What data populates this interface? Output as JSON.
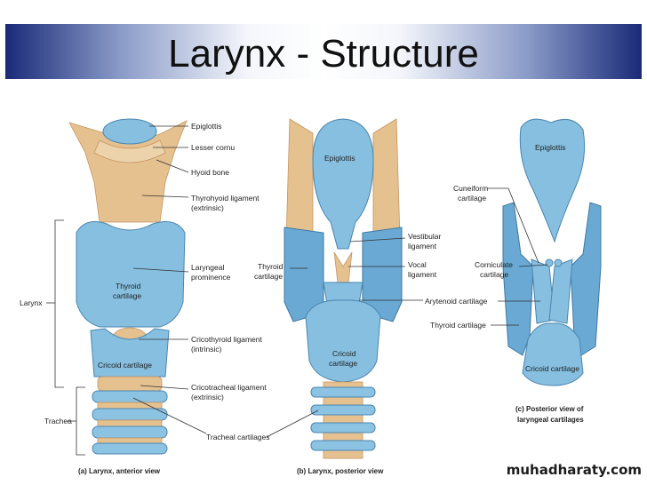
{
  "slide": {
    "title": "Larynx - Structure"
  },
  "watermark": "muhadharaty.com",
  "panel_a": {
    "caption": "(a) Larynx, anterior view",
    "labels": {
      "epiglottis": "Epiglottis",
      "lesser_cornu": "Lesser cornu",
      "hyoid_bone": "Hyoid bone",
      "thyrohyoid_1": "Thyrohyoid ligament",
      "thyrohyoid_2": "(extrinsic)",
      "laryngeal_1": "Laryngeal",
      "laryngeal_2": "prominence",
      "thyroid_1": "Thyroid",
      "thyroid_2": "cartilage",
      "cricothyroid_1": "Cricothyroid ligament",
      "cricothyroid_2": "(intrinsic)",
      "cricoid": "Cricoid cartilage",
      "cricotracheal_1": "Cricotracheal ligament",
      "cricotracheal_2": "(extrinsic)",
      "tracheal": "Tracheal cartilages",
      "larynx": "Larynx",
      "trachea": "Trachea"
    }
  },
  "panel_b": {
    "caption": "(b) Larynx, posterior view",
    "labels": {
      "epiglottis": "Epiglottis",
      "thyroid_1": "Thyroid",
      "thyroid_2": "cartilage",
      "vestibular_1": "Vestibular",
      "vestibular_2": "ligament",
      "vocal_1": "Vocal",
      "vocal_2": "ligament",
      "cricoid_1": "Cricoid",
      "cricoid_2": "cartilage"
    }
  },
  "panel_c": {
    "caption_1": "(c) Posterior view of",
    "caption_2": "laryngeal cartilages",
    "labels": {
      "epiglottis": "Epiglottis",
      "cuneiform_1": "Cuneiform",
      "cuneiform_2": "cartilage",
      "corniculate_1": "Corniculate",
      "corniculate_2": "cartilage",
      "arytenoid": "Arytenoid cartilage",
      "thyroid": "Thyroid cartilage",
      "cricoid": "Cricoid cartilage"
    }
  },
  "colors": {
    "cartilage": "#86bfe0",
    "ligament": "#e6c190",
    "banner_dark": "#1a2a78"
  }
}
